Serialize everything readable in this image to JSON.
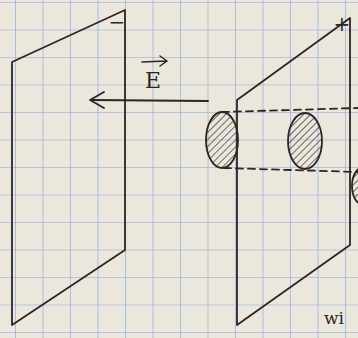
{
  "diagram": {
    "labels": [
      "−",
      "+",
      "E",
      "wi"
    ]
  }
}
